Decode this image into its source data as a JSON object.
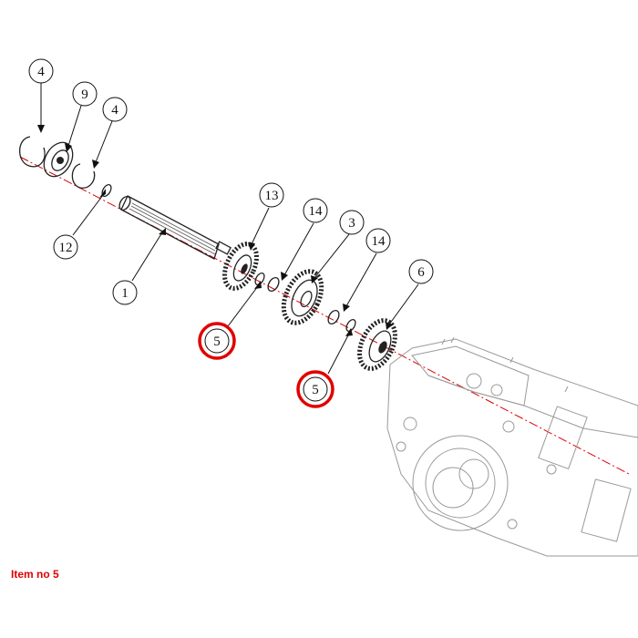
{
  "caption": "Item no 5",
  "highlight_color": "#e00000",
  "callouts": [
    {
      "id": "c4a",
      "label": "4",
      "highlighted": false
    },
    {
      "id": "c9",
      "label": "9",
      "highlighted": false
    },
    {
      "id": "c4b",
      "label": "4",
      "highlighted": false
    },
    {
      "id": "c12",
      "label": "12",
      "highlighted": false
    },
    {
      "id": "c1",
      "label": "1",
      "highlighted": false
    },
    {
      "id": "c13",
      "label": "13",
      "highlighted": false
    },
    {
      "id": "c14a",
      "label": "14",
      "highlighted": false
    },
    {
      "id": "c3",
      "label": "3",
      "highlighted": false
    },
    {
      "id": "c14b",
      "label": "14",
      "highlighted": false
    },
    {
      "id": "c6",
      "label": "6",
      "highlighted": false
    },
    {
      "id": "c5a",
      "label": "5",
      "highlighted": true
    },
    {
      "id": "c5b",
      "label": "5",
      "highlighted": true
    }
  ]
}
